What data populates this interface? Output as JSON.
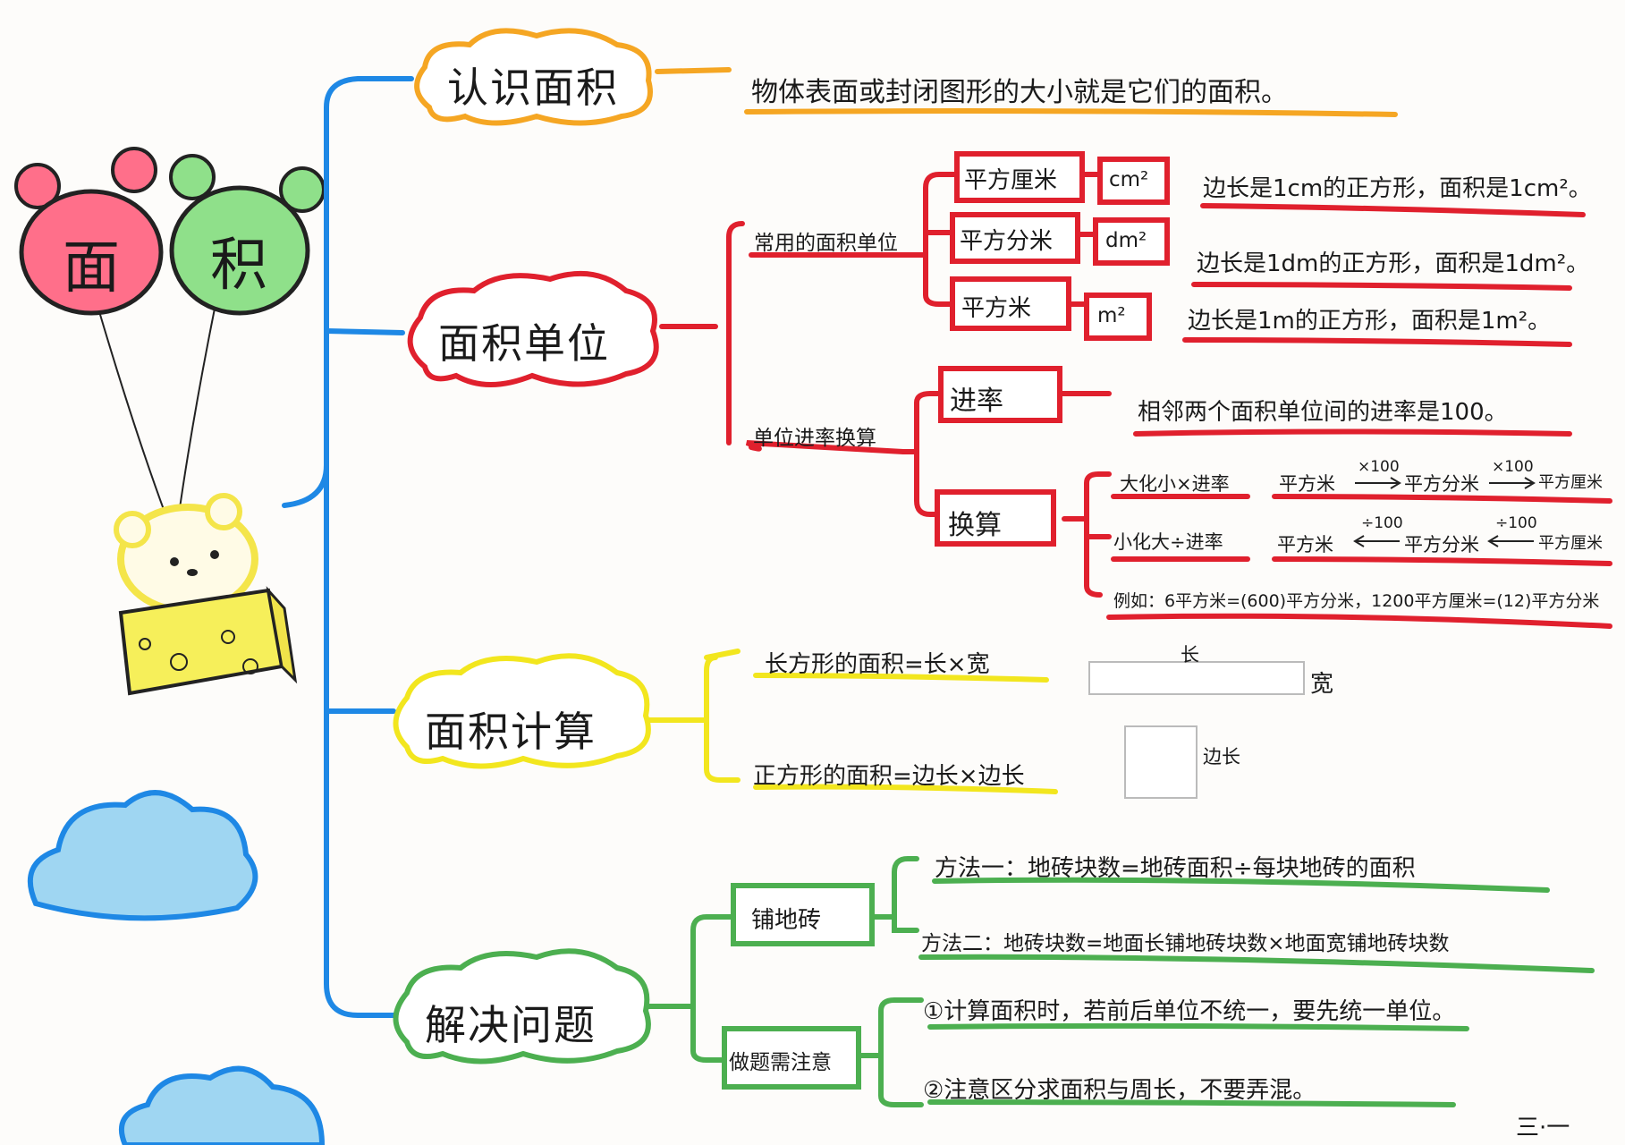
{
  "title": {
    "char1": "面",
    "char2": "积"
  },
  "colors": {
    "blue": "#1e88e5",
    "orange": "#f5a623",
    "red": "#e0202d",
    "yellow": "#f2e61e",
    "green": "#4caf50",
    "pink": "#ff6f8a",
    "mint": "#8fe08a",
    "sky": "#9fd6f2"
  },
  "branches": {
    "recognize": {
      "title": "认识面积",
      "definition": "物体表面或封闭图形的大小就是它们的面积。"
    },
    "units": {
      "title": "面积单位",
      "common": {
        "label": "常用的面积单位",
        "items": [
          {
            "name": "平方厘米",
            "symbol": "cm²",
            "desc": "边长是1cm的正方形，面积是1cm²。"
          },
          {
            "name": "平方分米",
            "symbol": "dm²",
            "desc": "边长是1dm的正方形，面积是1dm²。"
          },
          {
            "name": "平方米",
            "symbol": "m²",
            "desc": "边长是1m的正方形，面积是1m²。"
          }
        ]
      },
      "conversion": {
        "label": "单位进率换算",
        "rate": {
          "label": "进率",
          "desc": "相邻两个面积单位间的进率是100。"
        },
        "convert": {
          "label": "换算",
          "big_to_small": {
            "rule": "大化小×进率",
            "u1": "平方米",
            "op1": "×100",
            "u2": "平方分米",
            "op2": "×100",
            "u3": "平方厘米"
          },
          "small_to_big": {
            "rule": "小化大÷进率",
            "u1": "平方米",
            "op1": "÷100",
            "u2": "平方分米",
            "op2": "÷100",
            "u3": "平方厘米"
          },
          "example": "例如：6平方米=(600)平方分米，1200平方厘米=(12)平方分米"
        }
      }
    },
    "calculation": {
      "title": "面积计算",
      "rect_formula": "长方形的面积=长×宽",
      "square_formula": "正方形的面积=边长×边长",
      "rect_length": "长",
      "rect_width": "宽",
      "square_side": "边长"
    },
    "problems": {
      "title": "解决问题",
      "tiles": {
        "label": "铺地砖",
        "method1": "方法一：地砖块数=地砖面积÷每块地砖的面积",
        "method2": "方法二：地砖块数=地面长铺地砖块数×地面宽铺地砖块数"
      },
      "notes": {
        "label": "做题需注意",
        "note1": "①计算面积时，若前后单位不统一，要先统一单位。",
        "note2": "②注意区分求面积与周长，不要弄混。"
      }
    }
  },
  "signature": "三·一"
}
